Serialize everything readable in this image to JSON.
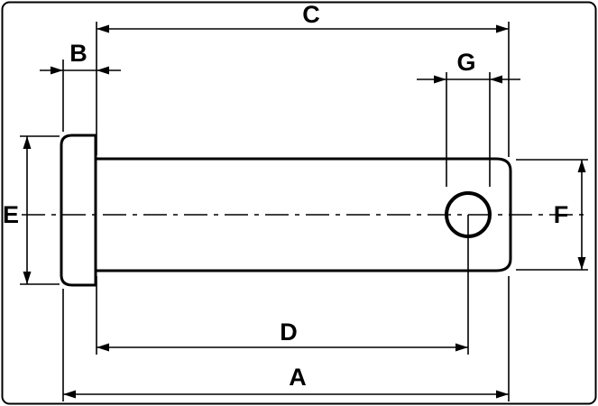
{
  "labels": {
    "a": "A",
    "b": "B",
    "c": "C",
    "d": "D",
    "e": "E",
    "f": "F",
    "g": "G"
  },
  "colors": {
    "line": "#000000",
    "background": "#ffffff"
  }
}
